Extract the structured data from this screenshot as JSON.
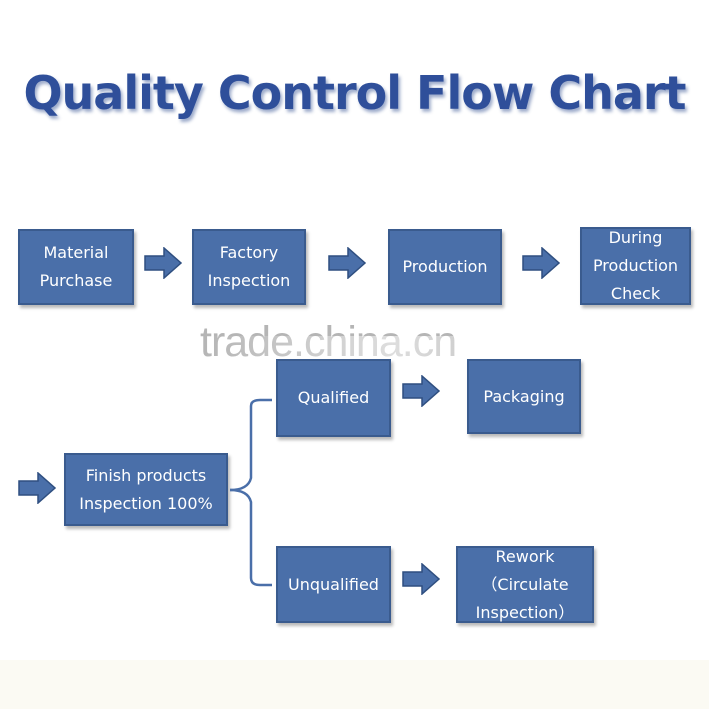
{
  "title": "Quality Control Flow Chart",
  "watermark": "trade.china.cn",
  "colors": {
    "box_fill": "#4a6fa9",
    "title": "#2f4f9a",
    "text": "#ffffff"
  },
  "steps": [
    {
      "id": "material-purchase",
      "label": "Material\nPurchase"
    },
    {
      "id": "factory-inspection",
      "label": "Factory\nInspection"
    },
    {
      "id": "production",
      "label": "Production"
    },
    {
      "id": "during-production-check",
      "label": "During\nProduction\nCheck"
    },
    {
      "id": "finish-products-inspection",
      "label": "Finish products\nInspection 100%"
    },
    {
      "id": "qualified",
      "label": "Qualified"
    },
    {
      "id": "packaging",
      "label": "Packaging"
    },
    {
      "id": "unqualified",
      "label": "Unqualified"
    },
    {
      "id": "rework",
      "label": "Rework\n（Circulate\nInspection）"
    }
  ],
  "flows": [
    [
      "material-purchase",
      "factory-inspection"
    ],
    [
      "factory-inspection",
      "production"
    ],
    [
      "production",
      "during-production-check"
    ],
    [
      "finish-products-inspection",
      "qualified"
    ],
    [
      "finish-products-inspection",
      "unqualified"
    ],
    [
      "qualified",
      "packaging"
    ],
    [
      "unqualified",
      "rework"
    ]
  ],
  "arrow_icon": "right-arrow-icon"
}
